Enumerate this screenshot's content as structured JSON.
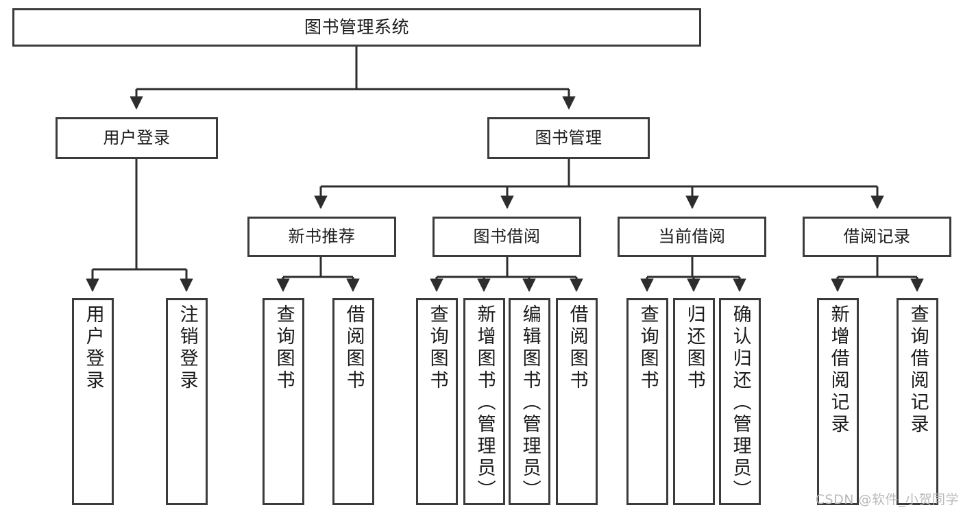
{
  "diagram": {
    "title": "图书管理系统",
    "type": "tree-hierarchy-diagram",
    "colors": {
      "box_border": "#3b3b3b",
      "box_fill": "#ffffff",
      "edge": "#2d2d2d",
      "text": "#1b1b1b",
      "watermark": "#b9b9b9"
    },
    "root": {
      "label": "图书管理系统"
    },
    "level2": [
      {
        "label": "用户登录"
      },
      {
        "label": "图书管理"
      }
    ],
    "level3": [
      {
        "label": "新书推荐"
      },
      {
        "label": "图书借阅"
      },
      {
        "label": "当前借阅"
      },
      {
        "label": "借阅记录"
      }
    ],
    "leaves": {
      "user_login": [
        {
          "label": "用户登录"
        },
        {
          "label": "注销登录"
        }
      ],
      "new_book_recommend": [
        {
          "label": "查询图书"
        },
        {
          "label": "借阅图书"
        }
      ],
      "book_borrow": [
        {
          "label": "查询图书"
        },
        {
          "label": "新增图书（管理员）"
        },
        {
          "label": "编辑图书（管理员）"
        },
        {
          "label": "借阅图书"
        }
      ],
      "current_borrow": [
        {
          "label": "查询图书"
        },
        {
          "label": "归还图书"
        },
        {
          "label": "确认归还（管理员）"
        }
      ],
      "borrow_record": [
        {
          "label": "新增借阅记录"
        },
        {
          "label": "查询借阅记录"
        }
      ]
    },
    "watermark": "CSDN @软件_小贺同学"
  }
}
